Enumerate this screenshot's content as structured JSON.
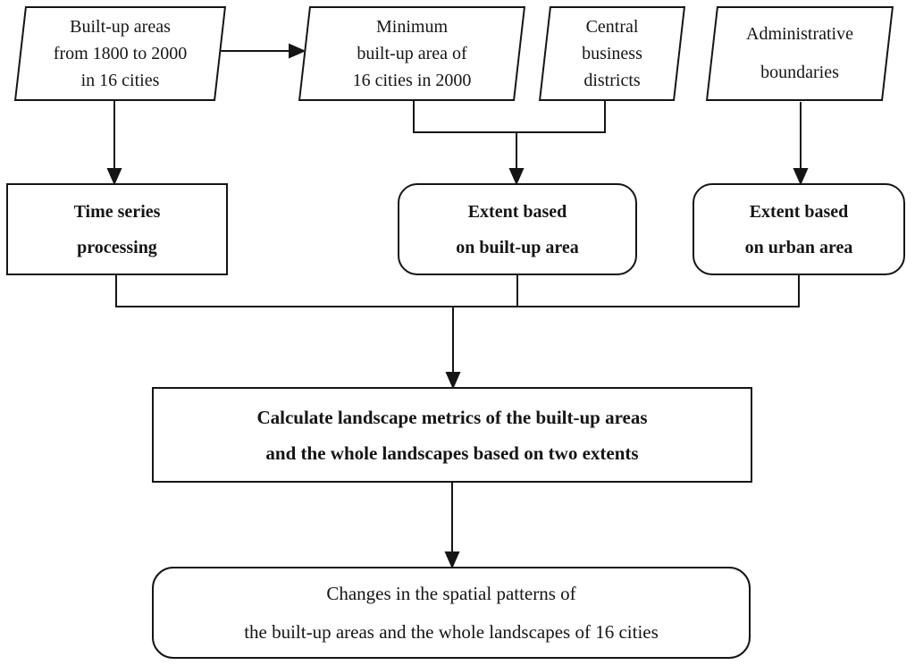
{
  "diagram": {
    "colors": {
      "ink": "#151515",
      "background": "#ffffff"
    },
    "nodes": {
      "builtup_areas": {
        "shape": "parallelogram",
        "lines": [
          "Built-up areas",
          "from 1800 to 2000",
          "in 16 cities"
        ]
      },
      "min_builtup": {
        "shape": "parallelogram",
        "lines": [
          "Minimum",
          "built-up area of",
          "16 cities in 2000"
        ]
      },
      "cbd": {
        "shape": "parallelogram",
        "lines": [
          "Central",
          "business",
          "districts"
        ]
      },
      "admin_boundaries": {
        "shape": "parallelogram",
        "lines": [
          "Administrative",
          "boundaries"
        ]
      },
      "time_series": {
        "shape": "rectangle",
        "lines": [
          "Time series",
          "processing"
        ]
      },
      "extent_builtup": {
        "shape": "rounded-rectangle",
        "lines": [
          "Extent based",
          "on built-up area"
        ]
      },
      "extent_urban": {
        "shape": "rounded-rectangle",
        "lines": [
          "Extent based",
          "on urban area"
        ]
      },
      "calculate_metrics": {
        "shape": "rectangle",
        "lines": [
          "Calculate landscape metrics of the built-up areas",
          "and the whole landscapes based on two extents"
        ]
      },
      "changes": {
        "shape": "rounded-rectangle",
        "lines": [
          "Changes in the spatial patterns of",
          "the built-up areas and the whole landscapes of 16 cities"
        ]
      }
    }
  }
}
